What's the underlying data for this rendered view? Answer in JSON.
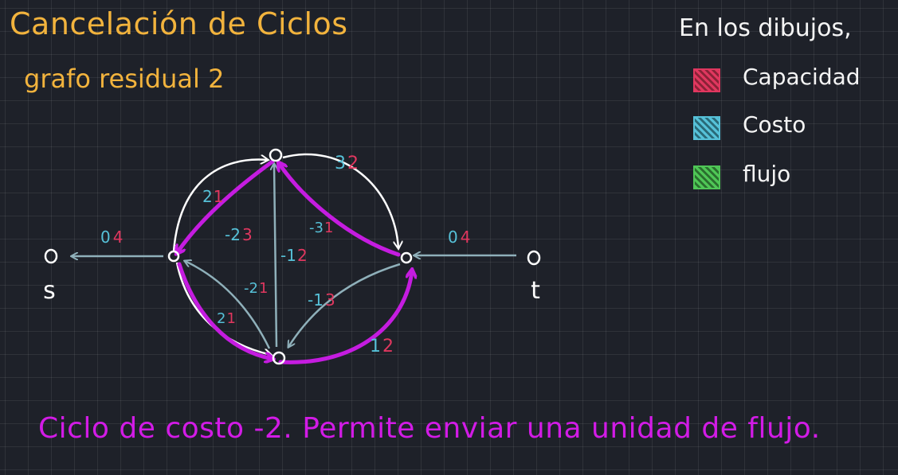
{
  "title": "Cancelación de Ciclos",
  "subtitle": "grafo residual 2",
  "legend": {
    "heading": "En los dibujos,",
    "items": [
      {
        "label": "Capacidad",
        "color": "#e0375f"
      },
      {
        "label": "Costo",
        "color": "#56c1d8"
      },
      {
        "label": "flujo",
        "color": "#4fc656"
      }
    ]
  },
  "colors": {
    "capacity": "#e0375f",
    "cost": "#56c1d8",
    "edge": "#8fb0ba",
    "cycle": "#c51ce0",
    "node": "#ffffff"
  },
  "graph": {
    "node_labels": {
      "s": "s",
      "t": "t"
    },
    "edge_labels": {
      "s_edge": {
        "cost": "0",
        "cap": "4"
      },
      "t_edge": {
        "cost": "0",
        "cap": "4"
      },
      "top_right_arc": {
        "cost": "3",
        "cap": "2"
      },
      "top_left_arc": {
        "cost": "2",
        "cap": "1"
      },
      "top_left_cycle": {
        "cost": "-2",
        "cap": "3"
      },
      "right_to_top_cycle": {
        "cost": "-3",
        "cap": "1"
      },
      "vertical": {
        "cost": "-1",
        "cap": "2"
      },
      "bottom_to_left_straight": {
        "cost": "-2",
        "cap": "1"
      },
      "right_to_bottom_straight": {
        "cost": "-1",
        "cap": "3"
      },
      "left_bottom_arc": {
        "cost": "2",
        "cap": "1"
      },
      "bottom_right_cycle": {
        "cost": "1",
        "cap": "2"
      }
    }
  },
  "footer": "Ciclo de costo -2. Permite enviar una unidad de flujo."
}
